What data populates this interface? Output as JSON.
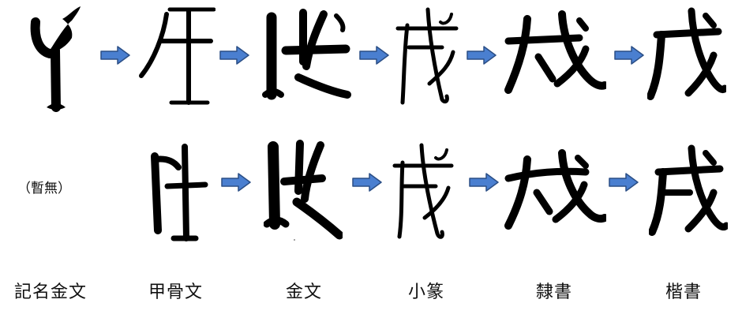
{
  "placeholder_note": "（暫無）",
  "labels": [
    "記名金文",
    "甲骨文",
    "金文",
    "小篆",
    "隸書",
    "楷書"
  ],
  "colors": {
    "ink": "#000000",
    "arrow_fill": "#4a7fd0",
    "arrow_stroke": "#2b4f86"
  },
  "icons": {
    "arrow": "right-arrow-icon"
  }
}
